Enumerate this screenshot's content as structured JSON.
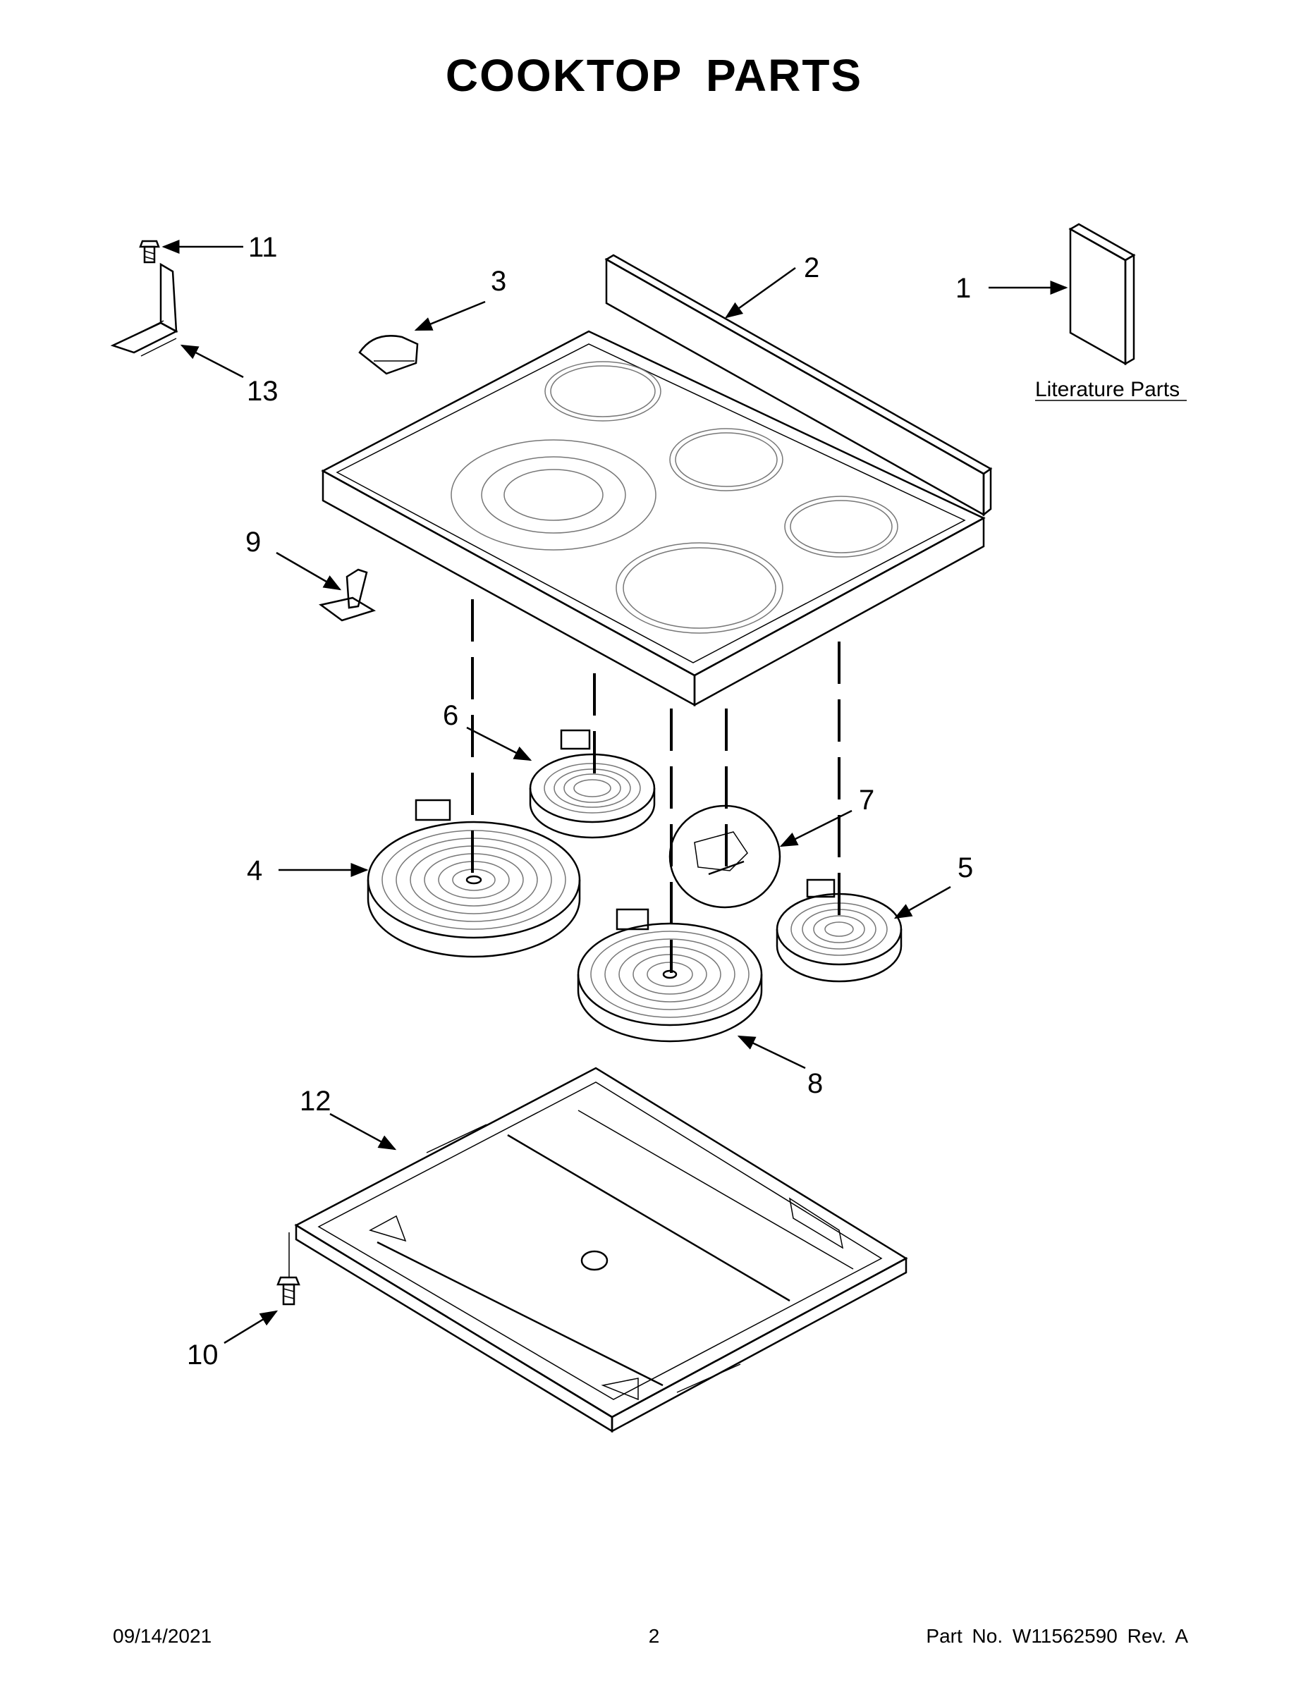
{
  "title": "COOKTOP PARTS",
  "literature_label": "Literature Parts",
  "callouts": {
    "c1": "1",
    "c2": "2",
    "c3": "3",
    "c4": "4",
    "c5": "5",
    "c6": "6",
    "c7": "7",
    "c8": "8",
    "c9": "9",
    "c10": "10",
    "c11": "11",
    "c12": "12",
    "c13": "13"
  },
  "footer": {
    "date": "09/14/2021",
    "page": "2",
    "part_no": "Part No.  W11562590  Rev.  A"
  }
}
